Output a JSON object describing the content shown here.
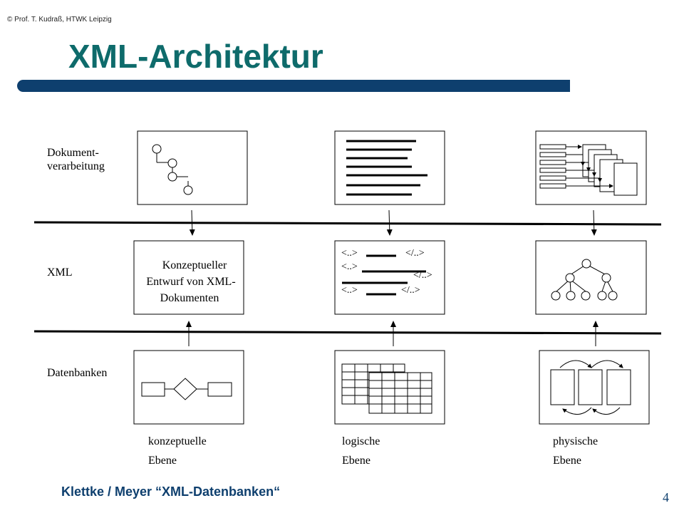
{
  "header": {
    "copyright": "© Prof. T. Kudraß, HTWK Leipzig",
    "title": "XML-Architektur"
  },
  "rows": {
    "document": {
      "line1": "Dokument-",
      "line2": "verarbeitung"
    },
    "xml": {
      "label": "XML"
    },
    "databases": {
      "label": "Datenbanken"
    }
  },
  "conceptual_box": {
    "line1": "Konzeptueller",
    "line2": "Entwurf von XML-",
    "line3": "Dokumenten"
  },
  "xml_tags": {
    "open": "<..>",
    "close": "</..>"
  },
  "columns": [
    {
      "line1": "konzeptuelle",
      "line2": "Ebene"
    },
    {
      "line1": "logische",
      "line2": "Ebene"
    },
    {
      "line1": "physische",
      "line2": "Ebene"
    }
  ],
  "footer": {
    "text": "Klettke / Meyer “XML-Datenbanken“",
    "page": "4"
  },
  "colors": {
    "title": "#0e6b6b",
    "accent_bar": "#0e3f6e",
    "footer": "#0e3f6e"
  }
}
